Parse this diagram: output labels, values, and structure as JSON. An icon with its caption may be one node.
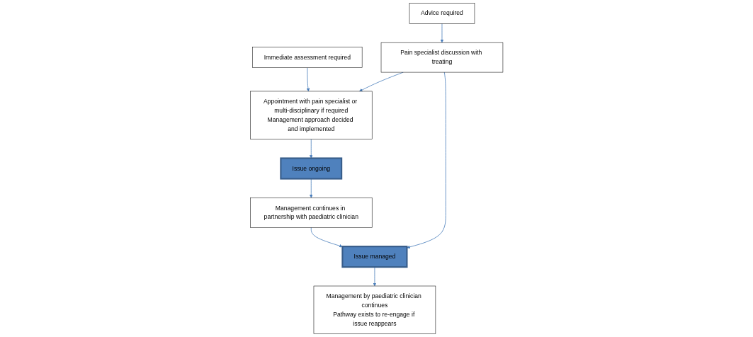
{
  "diagram": {
    "nodes": [
      {
        "text": [
          "Immediate assessment required"
        ]
      },
      {
        "text": [
          "Appointment with pain specialist or multi-disciplinary if required",
          "Management approach decided and implemented"
        ]
      },
      {
        "text": [
          "Issue ongoing"
        ]
      },
      {
        "text": [
          "Management continues in partnership with paediatric clinician"
        ]
      },
      {
        "text": [
          "Advice required"
        ]
      },
      {
        "text": [
          "Pain specialist discussion with treating"
        ]
      },
      {
        "text": [
          "Issue managed"
        ]
      },
      {
        "text": [
          "Management by paediatric clinician continues",
          "Pathway exists to re-engage if issue reappears"
        ]
      }
    ],
    "edges": [
      {
        "from": 0,
        "to": 1,
        "arrow": "to"
      },
      {
        "from": 5,
        "to": 1,
        "arrow": "to"
      },
      {
        "from": 1,
        "to": 2,
        "arrow": "to"
      },
      {
        "from": 2,
        "to": 3,
        "arrow": "to"
      },
      {
        "from": 3,
        "to": 6,
        "arrow": "to"
      },
      {
        "from": 4,
        "to": 5,
        "arrow": "to"
      },
      {
        "from": 5,
        "to": 6,
        "arrow": "to"
      },
      {
        "from": 6,
        "to": 7,
        "arrow": "to"
      }
    ]
  }
}
